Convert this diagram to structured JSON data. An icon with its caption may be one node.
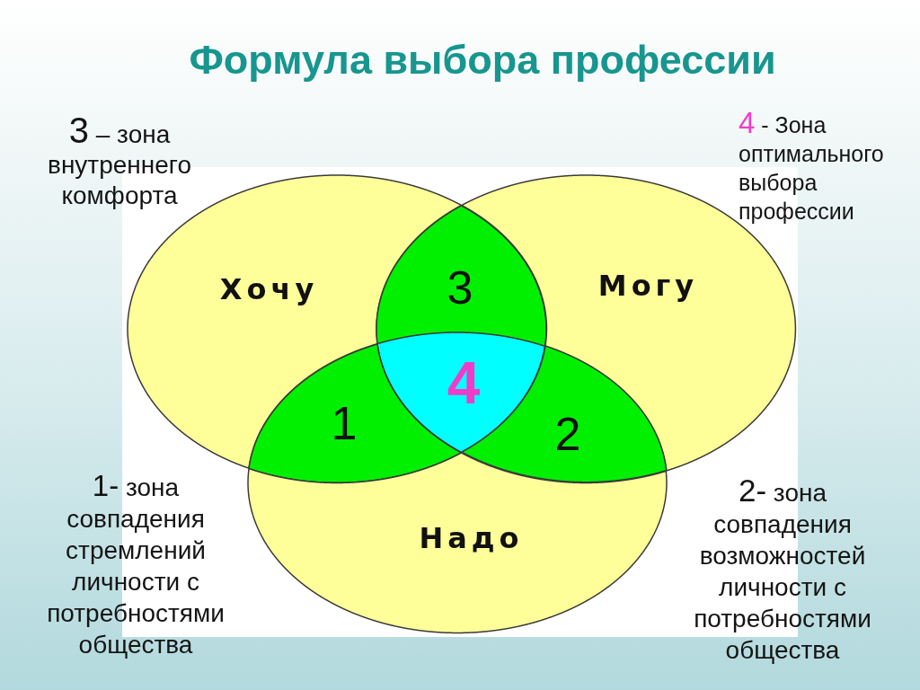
{
  "diagram": {
    "title": "Формула выбора профессии",
    "nodes": [
      {
        "text": [
          "Хочу"
        ]
      },
      {
        "text": [
          "3"
        ]
      },
      {
        "text": [
          "Могу"
        ]
      },
      {
        "text": [
          "4"
        ]
      },
      {
        "text": [
          "1"
        ]
      },
      {
        "text": [
          "2"
        ]
      },
      {
        "text": [
          "Надо"
        ]
      }
    ],
    "labels": [
      "3 – зона внутреннего комфорта",
      "4 - Зона оптимального выбора профессии",
      "1- зона совпадения стремлений личности с потребностями общества",
      "2- зона совпадения возможностей личности с потребностями общества"
    ]
  }
}
